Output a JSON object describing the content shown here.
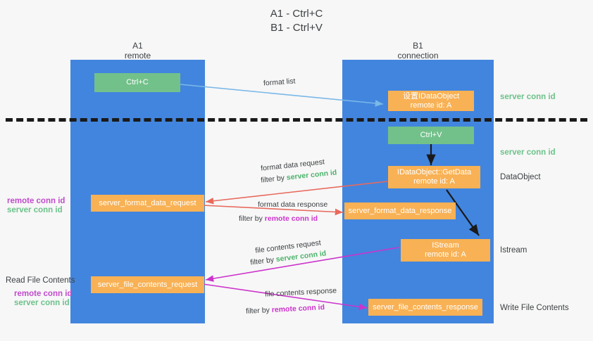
{
  "title": {
    "line1": "A1 - Ctrl+C",
    "line2": "B1 - Ctrl+V"
  },
  "columns": [
    {
      "name": "A1",
      "sub": "remote"
    },
    {
      "name": "B1",
      "sub": "connection"
    }
  ],
  "nodes": {
    "ctrl_c": {
      "label": "Ctrl+C"
    },
    "set_idataobject": {
      "l1": "设置IDataObject",
      "l2": "remote id: A"
    },
    "ctrl_v": {
      "label": "Ctrl+V"
    },
    "getdata": {
      "l1": "IDataObject::GetData",
      "l2": "remote id: A"
    },
    "istream": {
      "l1": "IStream",
      "l2": "remote id: A"
    },
    "server_format_data_request": {
      "label": "server_format_data_request"
    },
    "server_format_data_response": {
      "label": "server_format_data_response"
    },
    "server_file_contents_request": {
      "label": "server_file_contents_request"
    },
    "server_file_contents_response": {
      "label": "server_file_contents_response"
    }
  },
  "edges": {
    "format_list": {
      "label": "format list"
    },
    "format_data_request": {
      "label": "format data request",
      "filter_prefix": "filter by ",
      "filter_value": "server conn id"
    },
    "format_data_response": {
      "label": "format data response",
      "filter_prefix": "filter by ",
      "filter_value": "remote conn id"
    },
    "file_contents_request": {
      "label": "file contents request",
      "filter_prefix": "filter by ",
      "filter_value": "server conn id"
    },
    "file_contents_response": {
      "label": "file contents response",
      "filter_prefix": "filter by ",
      "filter_value": "remote conn id"
    }
  },
  "right_labels": {
    "server_conn_id_top": "server conn id",
    "server_conn_id_mid": "server conn id",
    "dataobject": "DataObject",
    "istream": "Istream",
    "write_file_contents": "Write File Contents"
  },
  "left_labels": {
    "remote_conn_id_1": "remote conn id",
    "server_conn_id_1": "server conn id",
    "read_file_contents": "Read File Contents",
    "remote_conn_id_2": "remote conn id",
    "server_conn_id_2": "server conn id"
  },
  "colors": {
    "lane": "#4285de",
    "green_node": "#72c18a",
    "orange_node": "#f8b154",
    "server_conn_id": "#6cc28a",
    "remote_conn_id": "#c04ccc",
    "blue_arrow": "#7ab8e8",
    "red_arrow": "#e8695c",
    "magenta_arrow": "#cc33cc",
    "dark_arrow": "#1a1a1a",
    "background": "#f7f7f7"
  }
}
